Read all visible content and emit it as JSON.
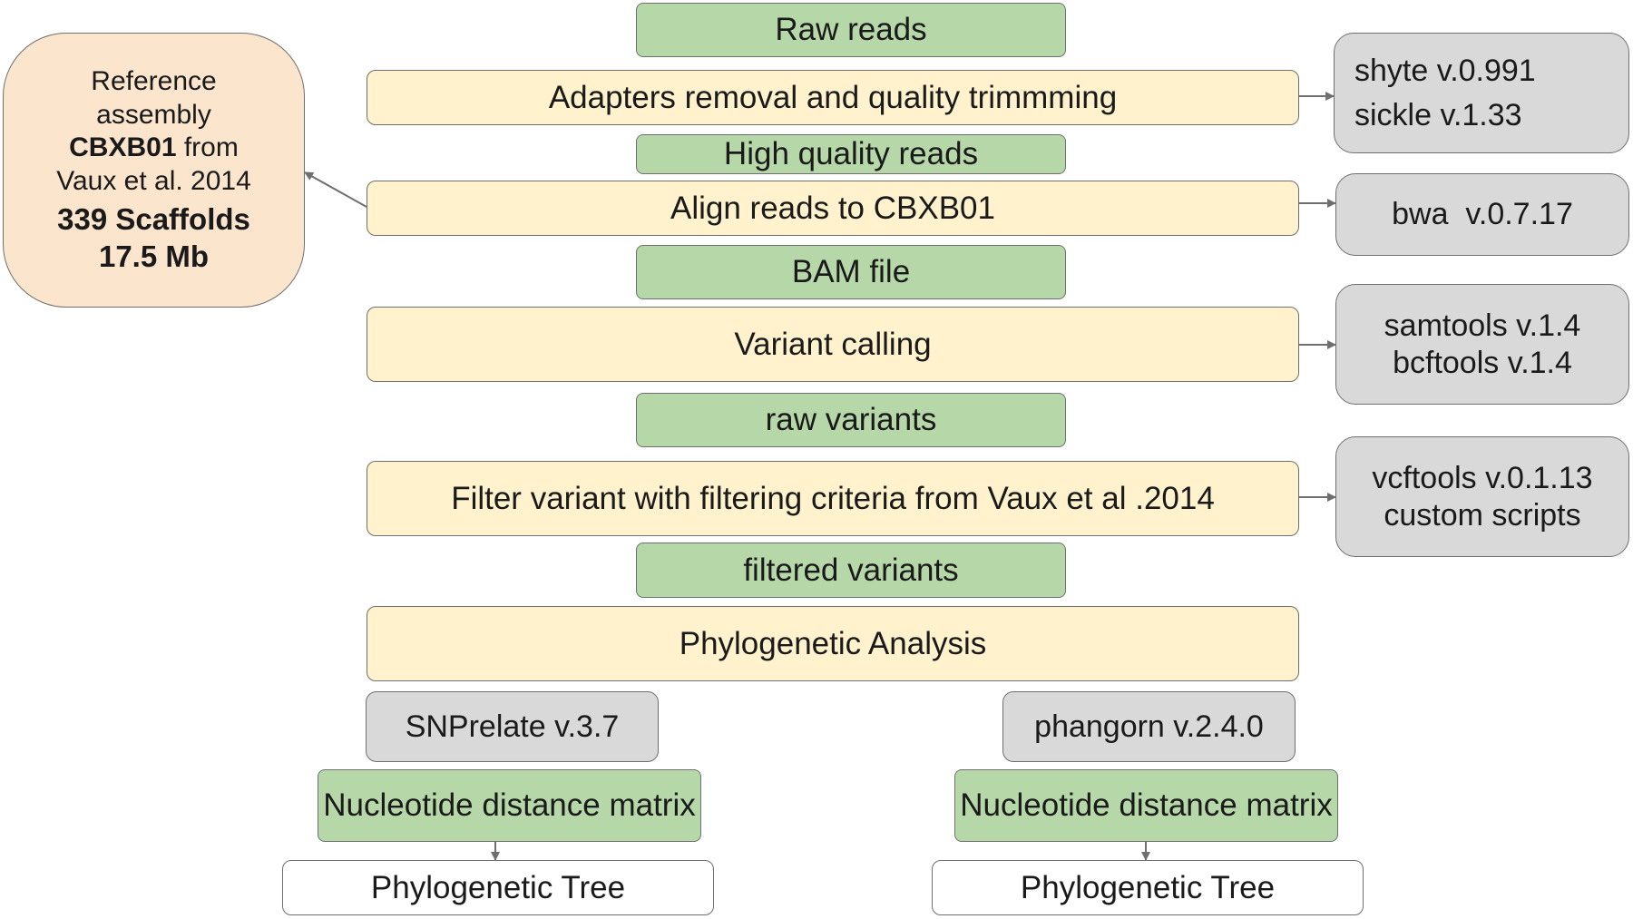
{
  "pipeline": {
    "raw_reads": "Raw reads",
    "trimming": "Adapters removal and quality trimmming",
    "high_quality_reads": "High quality reads",
    "align": "Align reads to CBXB01",
    "bam_file": "BAM file",
    "variant_calling": "Variant calling",
    "raw_variants": "raw variants",
    "filter": "Filter variant with filtering criteria from Vaux et al .2014",
    "filtered_variants": "filtered variants",
    "phylo_analysis": "Phylogenetic Analysis"
  },
  "tools": {
    "trimming": [
      "shyte v.0.991",
      "sickle v.1.33"
    ],
    "align": [
      "bwa  v.0.7.17"
    ],
    "variant_calling": [
      "samtools v.1.4",
      "bcftools v.1.4"
    ],
    "filter": [
      "vcftools v.0.1.13",
      "custom scripts"
    ]
  },
  "reference": {
    "line1": "Reference",
    "line2": "assembly",
    "line3_bold": "CBXB01",
    "line3_rest": " from",
    "line4": "Vaux et al. 2014",
    "line5": "339 Scaffolds",
    "line6": "17.5 Mb"
  },
  "branches": {
    "left": {
      "tool": "SNPrelate v.3.7",
      "matrix": "Nucleotide distance matrix",
      "tree": "Phylogenetic Tree"
    },
    "right": {
      "tool": "phangorn v.2.4.0",
      "matrix": "Nucleotide distance matrix",
      "tree": "Phylogenetic Tree"
    }
  },
  "colors": {
    "data_box": "#b6d7a8",
    "process_box": "#fff2cc",
    "tool_box": "#d9d9d9",
    "reference_box": "#fce5cd",
    "output_box": "#ffffff",
    "border": "#6f6f6f"
  }
}
